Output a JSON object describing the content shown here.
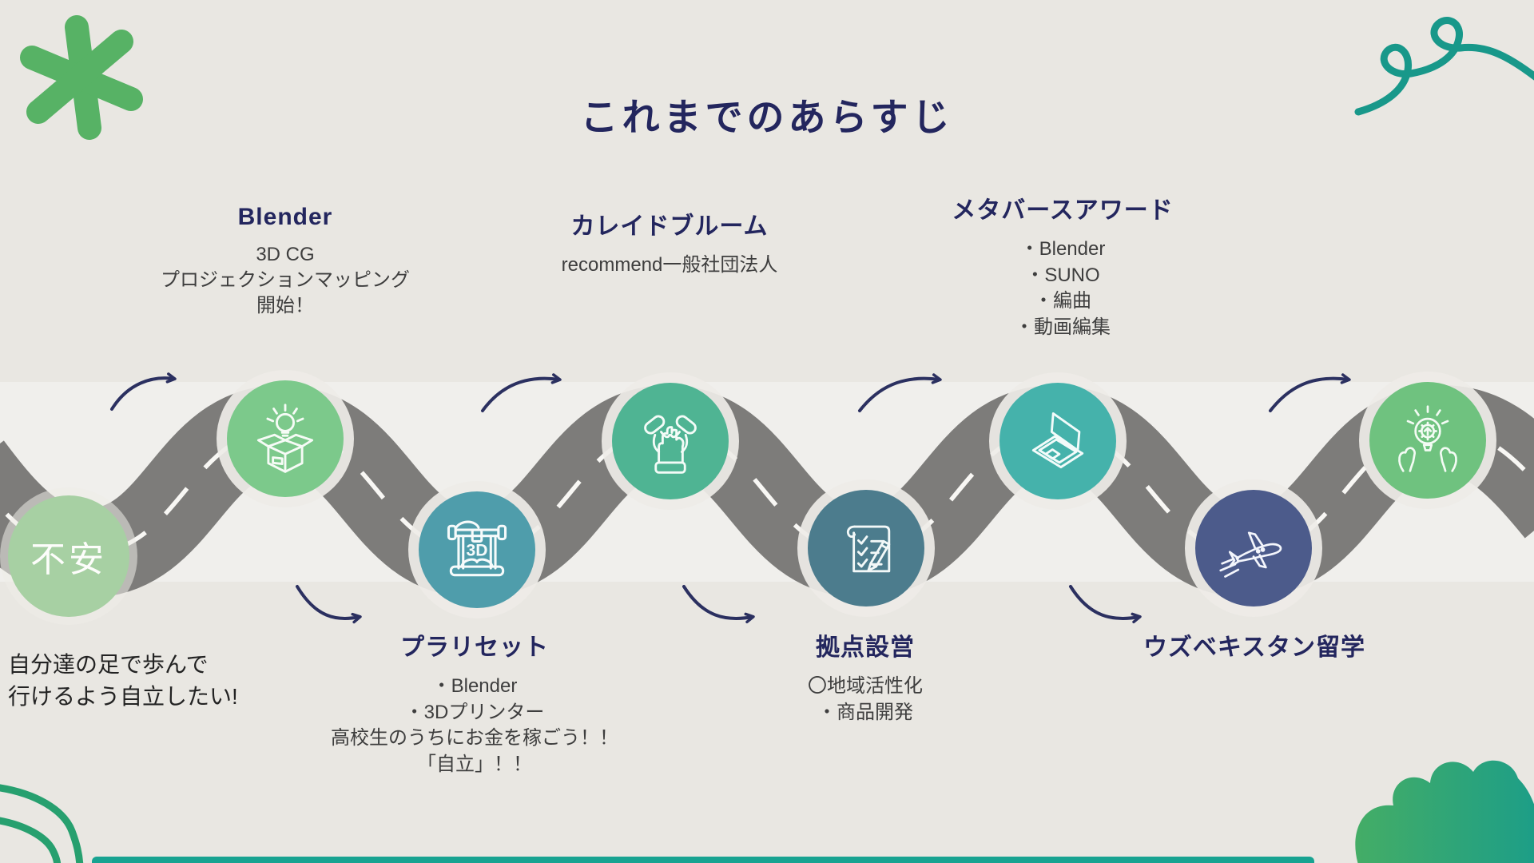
{
  "title": "これまでのあらすじ",
  "colors": {
    "background": "#e9e7e2",
    "heading_navy": "#23265e",
    "body_text": "#3e3e3e",
    "road_gray": "#7d7c7a",
    "road_dash_white": "#f8f7f4",
    "arrow_navy": "#2b3060",
    "accent_green": "#57b265",
    "accent_teal": "#18a391",
    "start_circle": "#a7d0a3"
  },
  "start": {
    "circle_label": "不安",
    "note": "自分達の足で歩んで\n行けるよう自立したい!"
  },
  "milestones": [
    {
      "name": "blender",
      "title": "Blender",
      "description": "3D CG\nプロジェクションマッピング\n開始！",
      "icon": "idea-box-icon",
      "circle_color": "#7cc98b"
    },
    {
      "name": "plastic-reset",
      "title": "プラリセット",
      "description": "・Blender\n・3Dプリンター\n高校生のうちにお金を稼ごう！！\n「自立」！！",
      "icon": "3d-printer-icon",
      "circle_color": "#4f9dab"
    },
    {
      "name": "kaleido-bloom",
      "title": "カレイドブルーム",
      "description": "recommend一般社団法人",
      "icon": "hands-together-icon",
      "circle_color": "#4fb493"
    },
    {
      "name": "base-setup",
      "title": "拠点設営",
      "description": "〇地域活性化\n・商品開発",
      "icon": "checklist-icon",
      "circle_color": "#4c7c8d"
    },
    {
      "name": "metaverse-award",
      "title": "メタバースアワード",
      "description": "・Blender\n・SUNO\n・編曲\n・動画編集",
      "icon": "laptop-icon",
      "circle_color": "#45b2ab"
    },
    {
      "name": "uzbekistan",
      "title": "ウズベキスタン留学",
      "description": "",
      "icon": "airplane-icon",
      "circle_color": "#4c5b8b"
    },
    {
      "name": "goal",
      "title": "",
      "description": "",
      "icon": "idea-gear-hands-icon",
      "circle_color": "#6fc27f"
    }
  ],
  "printer_icon_text": "3D"
}
